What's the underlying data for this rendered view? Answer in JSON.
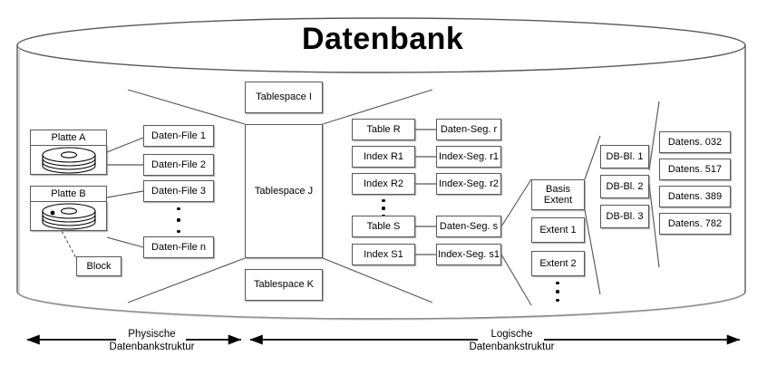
{
  "title": "Datenbank",
  "physical": {
    "disks": [
      {
        "label": "Platte A",
        "icon": "disk-stack-icon"
      },
      {
        "label": "Platte B",
        "icon": "disk-stack-icon"
      }
    ],
    "block": "Block",
    "data_files": [
      "Daten-File 1",
      "Daten-File 2",
      "Daten-File 3",
      "Daten-File n"
    ],
    "data_files_ellipsis": "vertical-dots"
  },
  "tablespaces": [
    "Tablespace I",
    "Tablespace J",
    "Tablespace K"
  ],
  "logical": {
    "objects": [
      "Table R",
      "Index R1",
      "Index R2",
      "Table S",
      "Index S1"
    ],
    "segments": [
      "Daten-Seg. r",
      "Index-Seg. r1",
      "Index-Seg. r2",
      "Daten-Seg. s",
      "Index-Seg. s1"
    ],
    "extents": [
      "Basis Extent",
      "Extent 1",
      "Extent 2"
    ],
    "extents_first_line": "Basis",
    "extents_second_line": "Extent",
    "db_blocks": [
      "DB-Bl. 1",
      "DB-Bl. 2",
      "DB-Bl. 3"
    ],
    "records": [
      "Datens. 032",
      "Datens. 517",
      "Datens. 389",
      "Datens. 782"
    ]
  },
  "axes": {
    "physical_line1": "Physische",
    "physical_line2": "Datenbankstruktur",
    "logical_line1": "Logische",
    "logical_line2": "Datenbankstruktur"
  },
  "colors": {
    "stroke": "#58585a",
    "text": "#000000",
    "background": "#ffffff",
    "page": "#f0f0f0"
  }
}
